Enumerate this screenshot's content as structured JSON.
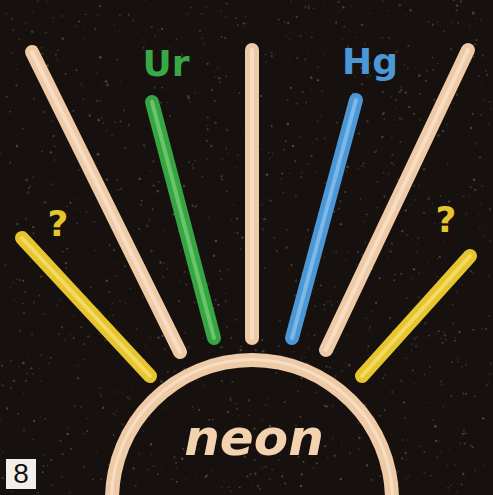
{
  "diagram": {
    "nodes": [
      {
        "text": [
          "8"
        ]
      }
    ],
    "labels": [
      "Ur",
      "Hg",
      "?",
      "?",
      "neon"
    ]
  }
}
